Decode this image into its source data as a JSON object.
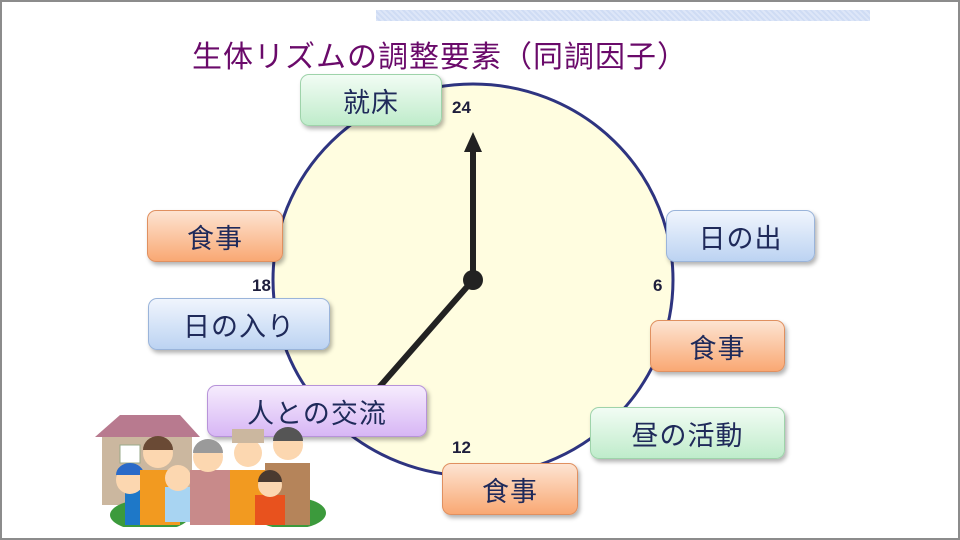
{
  "title": "生体リズムの調整要素（同調因子）",
  "clock": {
    "labels": {
      "top": "24",
      "right": "6",
      "bottom": "12",
      "left": "18"
    },
    "face_color": "#fffde0",
    "rim_color": "#2e3480"
  },
  "factors": [
    {
      "label": "就床",
      "color": "green"
    },
    {
      "label": "食事",
      "color": "orange"
    },
    {
      "label": "日の入り",
      "color": "blue"
    },
    {
      "label": "人との交流",
      "color": "purple"
    },
    {
      "label": "日の出",
      "color": "blue"
    },
    {
      "label": "食事",
      "color": "orange"
    },
    {
      "label": "昼の活動",
      "color": "green"
    },
    {
      "label": "食事",
      "color": "orange"
    }
  ],
  "illustration": "family-icon"
}
